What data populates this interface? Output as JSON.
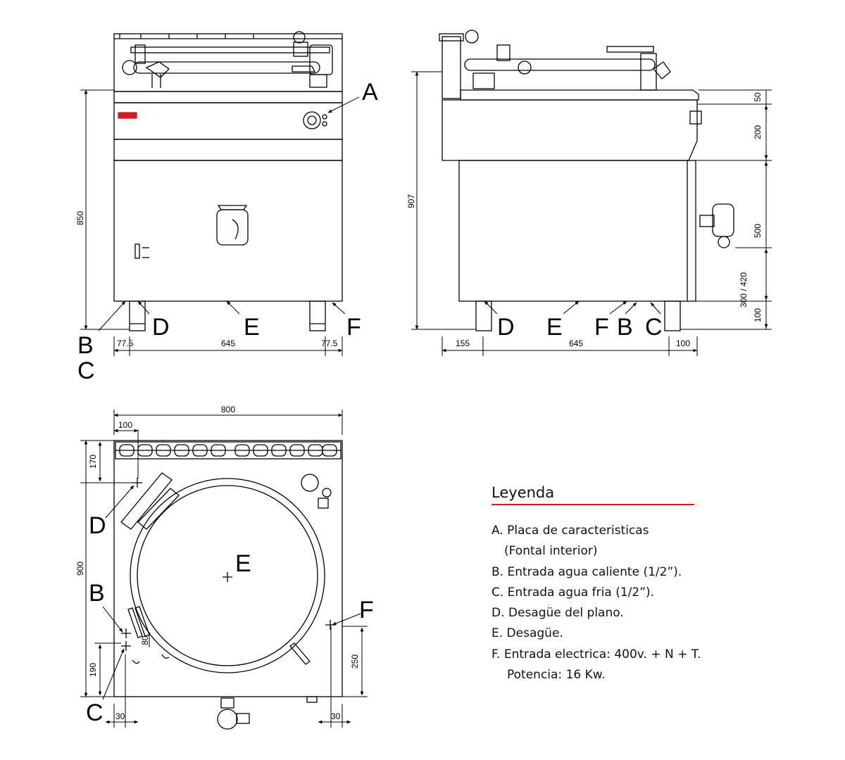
{
  "front_view": {
    "dims": {
      "height_total": "850",
      "left_offset": "77.5",
      "leg_span": "645",
      "right_offset": "77.5"
    },
    "labels": {
      "a": "A",
      "b": "B",
      "c": "C",
      "d": "D",
      "e": "E",
      "f": "F"
    }
  },
  "side_view": {
    "dims": {
      "height_total": "907",
      "top_panel": "50",
      "control_band": "200",
      "cabinet": "500",
      "drain_height": "300 / 420",
      "leg_height": "100",
      "left_offset": "155",
      "leg_span": "645",
      "right_offset": "100"
    },
    "labels": {
      "d": "D",
      "e": "E",
      "f": "F",
      "b": "B",
      "c": "C"
    }
  },
  "top_view": {
    "dims": {
      "width": "800",
      "drain_x": "100",
      "drain_y": "170",
      "depth": "900",
      "pipe_spacing": "80",
      "water_y": "190",
      "left_margin": "30",
      "elec_y": "250",
      "right_margin": "30"
    },
    "labels": {
      "d": "D",
      "e": "E",
      "b": "B",
      "c": "C",
      "f": "F"
    }
  },
  "legend": {
    "title": "Leyenda",
    "a1": "A. Placa de caracteristicas",
    "a2": "(Fontal interior)",
    "b": "B. Entrada agua caliente (1/2”).",
    "c": "C. Entrada agua fria (1/2”).",
    "d": "D. Desagüe del plano.",
    "e": "E. Desagüe.",
    "f": "F. Entrada electrica: 400v. + N + T.",
    "f2": "Potencia: 16 Kw."
  },
  "colors": {
    "accent_red": "#cc1f24",
    "line": "#000000"
  }
}
